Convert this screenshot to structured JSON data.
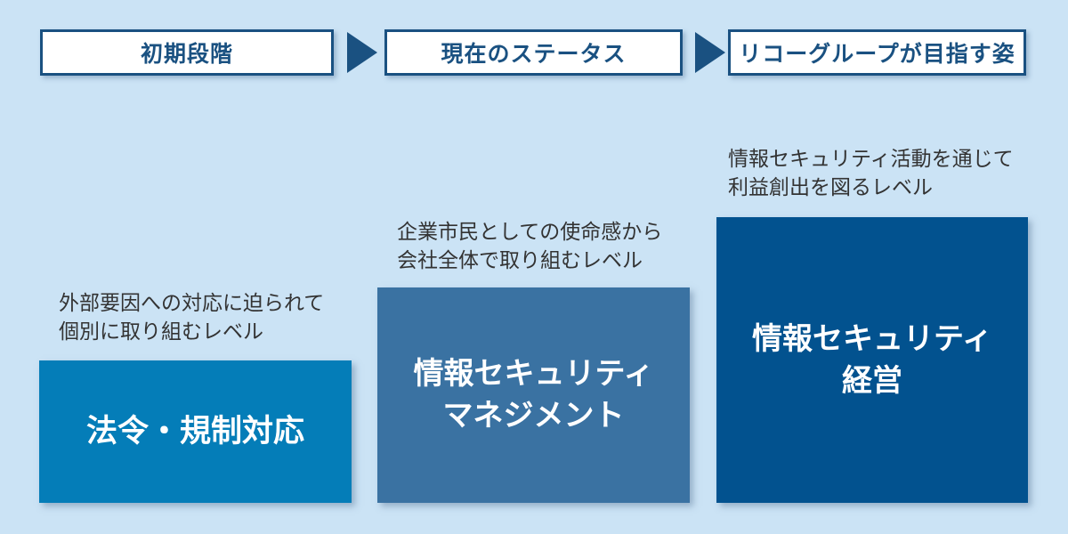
{
  "colors": {
    "background": "#cbe3f5",
    "header_fill": "#ffffff",
    "header_border": "#1a5181",
    "header_text": "#1a5181",
    "arrow": "#1a5181",
    "caption_text": "#333333",
    "box_label_text": "#ffffff",
    "stage_box_fills": [
      "#047db8",
      "#3a72a2",
      "#02528f"
    ]
  },
  "stages": [
    {
      "header": "初期段階",
      "caption": [
        "外部要因への対応に迫られて",
        "個別に取り組むレベル"
      ],
      "box_label": [
        "法令・規制対応"
      ]
    },
    {
      "header": "現在のステータス",
      "caption": [
        "企業市民としての使命感から",
        "会社全体で取り組むレベル"
      ],
      "box_label": [
        "情報セキュリティ",
        "マネジメント"
      ]
    },
    {
      "header": "リコーグループが目指す姿",
      "caption": [
        "情報セキュリティ活動を通じて",
        "利益創出を図るレベル"
      ],
      "box_label": [
        "情報セキュリティ",
        "経営"
      ]
    }
  ]
}
